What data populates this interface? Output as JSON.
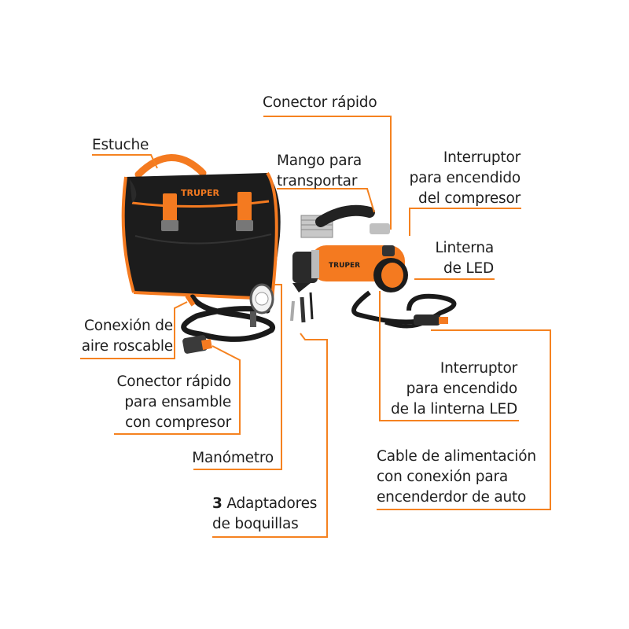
{
  "colors": {
    "leader": "#f58220",
    "text": "#1e1e1e",
    "bag": "#1c1c1c",
    "accent": "#f47a20",
    "chrome": "#b9b9b9"
  },
  "brand": "TRUPER",
  "callouts": {
    "conector_rapido": [
      "Conector rápido"
    ],
    "estuche": [
      "Estuche"
    ],
    "mango": [
      "Mango para",
      "transportar"
    ],
    "interruptor_compresor": [
      "Interruptor",
      "para encendido",
      "del compresor"
    ],
    "linterna": [
      "Linterna",
      "de LED"
    ],
    "conexion_aire": [
      "Conexión de",
      "aire roscable"
    ],
    "conector_ensamble": [
      "Conector rápido",
      "para ensamble",
      "con compresor"
    ],
    "manometro": [
      "Manómetro"
    ],
    "adaptadores": {
      "count": "3",
      "text": [
        "Adaptadores",
        "de boquillas"
      ]
    },
    "interruptor_linterna": [
      "Interruptor",
      "para encendido",
      "de la linterna LED"
    ],
    "cable": [
      "Cable de alimentación",
      "con conexión para",
      "encenderdor de auto"
    ]
  }
}
